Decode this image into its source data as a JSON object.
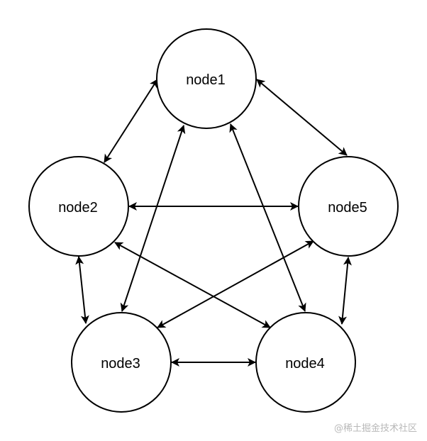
{
  "diagram": {
    "nodes": [
      {
        "id": "node1",
        "label": "node1"
      },
      {
        "id": "node2",
        "label": "node2"
      },
      {
        "id": "node3",
        "label": "node3"
      },
      {
        "id": "node4",
        "label": "node4"
      },
      {
        "id": "node5",
        "label": "node5"
      }
    ],
    "edges": [
      {
        "from": "node1",
        "to": "node2",
        "direction": "both"
      },
      {
        "from": "node1",
        "to": "node5",
        "direction": "both"
      },
      {
        "from": "node1",
        "to": "node3",
        "direction": "both"
      },
      {
        "from": "node1",
        "to": "node4",
        "direction": "both"
      },
      {
        "from": "node2",
        "to": "node5",
        "direction": "both"
      },
      {
        "from": "node2",
        "to": "node3",
        "direction": "both"
      },
      {
        "from": "node2",
        "to": "node4",
        "direction": "both"
      },
      {
        "from": "node3",
        "to": "node5",
        "direction": "both"
      },
      {
        "from": "node3",
        "to": "node4",
        "direction": "both"
      },
      {
        "from": "node5",
        "to": "node4",
        "direction": "both"
      }
    ],
    "colors": {
      "stroke": "#000000",
      "fill": "#ffffff"
    }
  },
  "watermark": "@稀土掘金技术社区"
}
